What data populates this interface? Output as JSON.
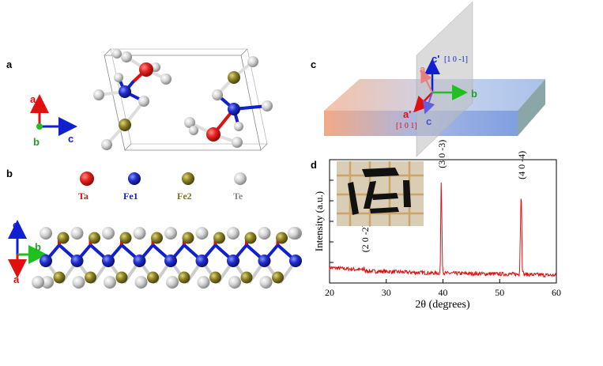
{
  "panels": {
    "a": "a",
    "b": "b",
    "c": "c",
    "d": "d"
  },
  "panel_a": {
    "axes": {
      "a": "a",
      "b": "b",
      "c": "c"
    }
  },
  "panel_b": {
    "legend": [
      {
        "label": "Ta",
        "color": "#e4221d"
      },
      {
        "label": "Fe1",
        "color": "#1f2ecc"
      },
      {
        "label": "Fe2",
        "color": "#8c8224"
      },
      {
        "label": "Te",
        "color": "#cfcfcf"
      }
    ],
    "axes": {
      "c": "c",
      "b": "b",
      "a": "a"
    }
  },
  "panel_c": {
    "axes": {
      "c_prime": "c'",
      "c_prime_index": "[1 0 -1]",
      "a": "a",
      "b": "b",
      "c": "c",
      "a_prime": "a'",
      "a_prime_index": "[1 0 1]"
    }
  },
  "chart_data": {
    "type": "line",
    "xlabel": "2θ (degrees)",
    "ylabel": "Intensity (a.u.)",
    "xlim": [
      20,
      60
    ],
    "xticks": [
      20,
      30,
      40,
      50,
      60
    ],
    "line_color": "#e01010",
    "series": [
      {
        "x": [
          20,
          26.0,
          26.1,
          26.3,
          26.5,
          39.5,
          39.7,
          39.9,
          40.1,
          53.5,
          53.8,
          54.0,
          54.2,
          60
        ],
        "y": [
          0.11,
          0.09,
          0.12,
          0.07,
          0.08,
          0.06,
          0.95,
          0.15,
          0.06,
          0.05,
          0.85,
          0.12,
          0.05,
          0.04
        ]
      }
    ],
    "peaks": [
      {
        "x": 26.3,
        "label": "(2 0 -2)"
      },
      {
        "x": 39.8,
        "label": "(3 0 -3)"
      },
      {
        "x": 53.9,
        "label": "(4 0 -4)"
      }
    ]
  }
}
